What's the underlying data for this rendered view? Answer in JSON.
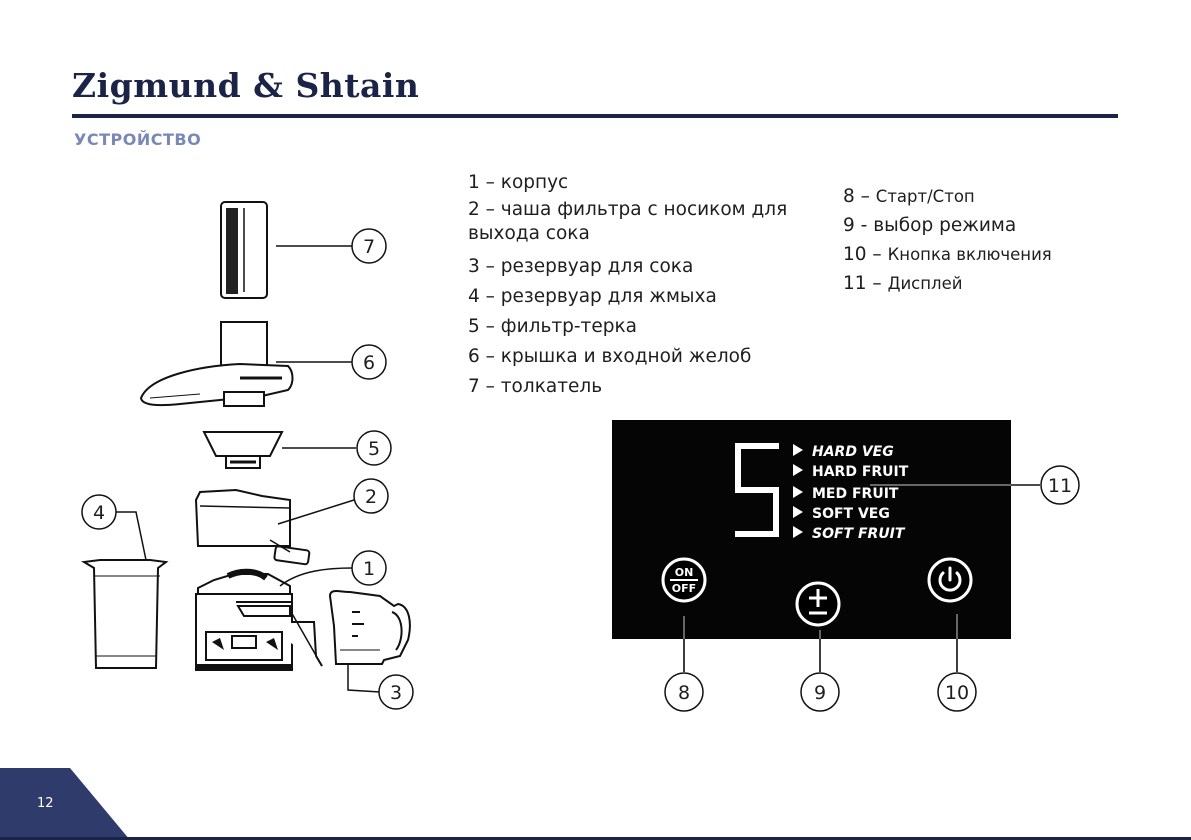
{
  "header": {
    "brand": "Zigmund & Shtain",
    "section_title": "УСТРОЙСТВО"
  },
  "legend_left": [
    "1 – корпус",
    "2 – чаша фильтра с носиком для выхода сока",
    "3 – резервуар для сока",
    "4 – резервуар для жмыха",
    "5 – фильтр-терка",
    "6 – крышка и входной желоб",
    "7 – толкатель"
  ],
  "legend_right": [
    {
      "num": "8 – ",
      "text": "Старт/Стоп"
    },
    {
      "num": "9 - ",
      "text": "выбор режима"
    },
    {
      "num": "10 – ",
      "text": "Кнопка включения"
    },
    {
      "num": "11 – ",
      "text": "Дисплей"
    }
  ],
  "diagram_callouts": [
    "1",
    "2",
    "3",
    "4",
    "5",
    "6",
    "7"
  ],
  "control_panel": {
    "digit": "5",
    "modes": [
      {
        "label": "HARD VEG",
        "italic": true
      },
      {
        "label": "HARD FRUIT",
        "italic": false
      },
      {
        "label": "MED FRUIT",
        "italic": false
      },
      {
        "label": "SOFT VEG",
        "italic": false
      },
      {
        "label": "SOFT FRUIT",
        "italic": true
      }
    ],
    "onoff_top": "ON",
    "onoff_bottom": "OFF",
    "plusminus_icon": "plus-minus-icon",
    "power_icon": "power-icon",
    "callouts": [
      "8",
      "9",
      "10",
      "11"
    ]
  },
  "footer": {
    "page_number": "12"
  },
  "colors": {
    "navy": "#1b2347",
    "section_title": "#7a88b6",
    "badge": "#2f3b6b",
    "panel_bg": "#050505"
  }
}
